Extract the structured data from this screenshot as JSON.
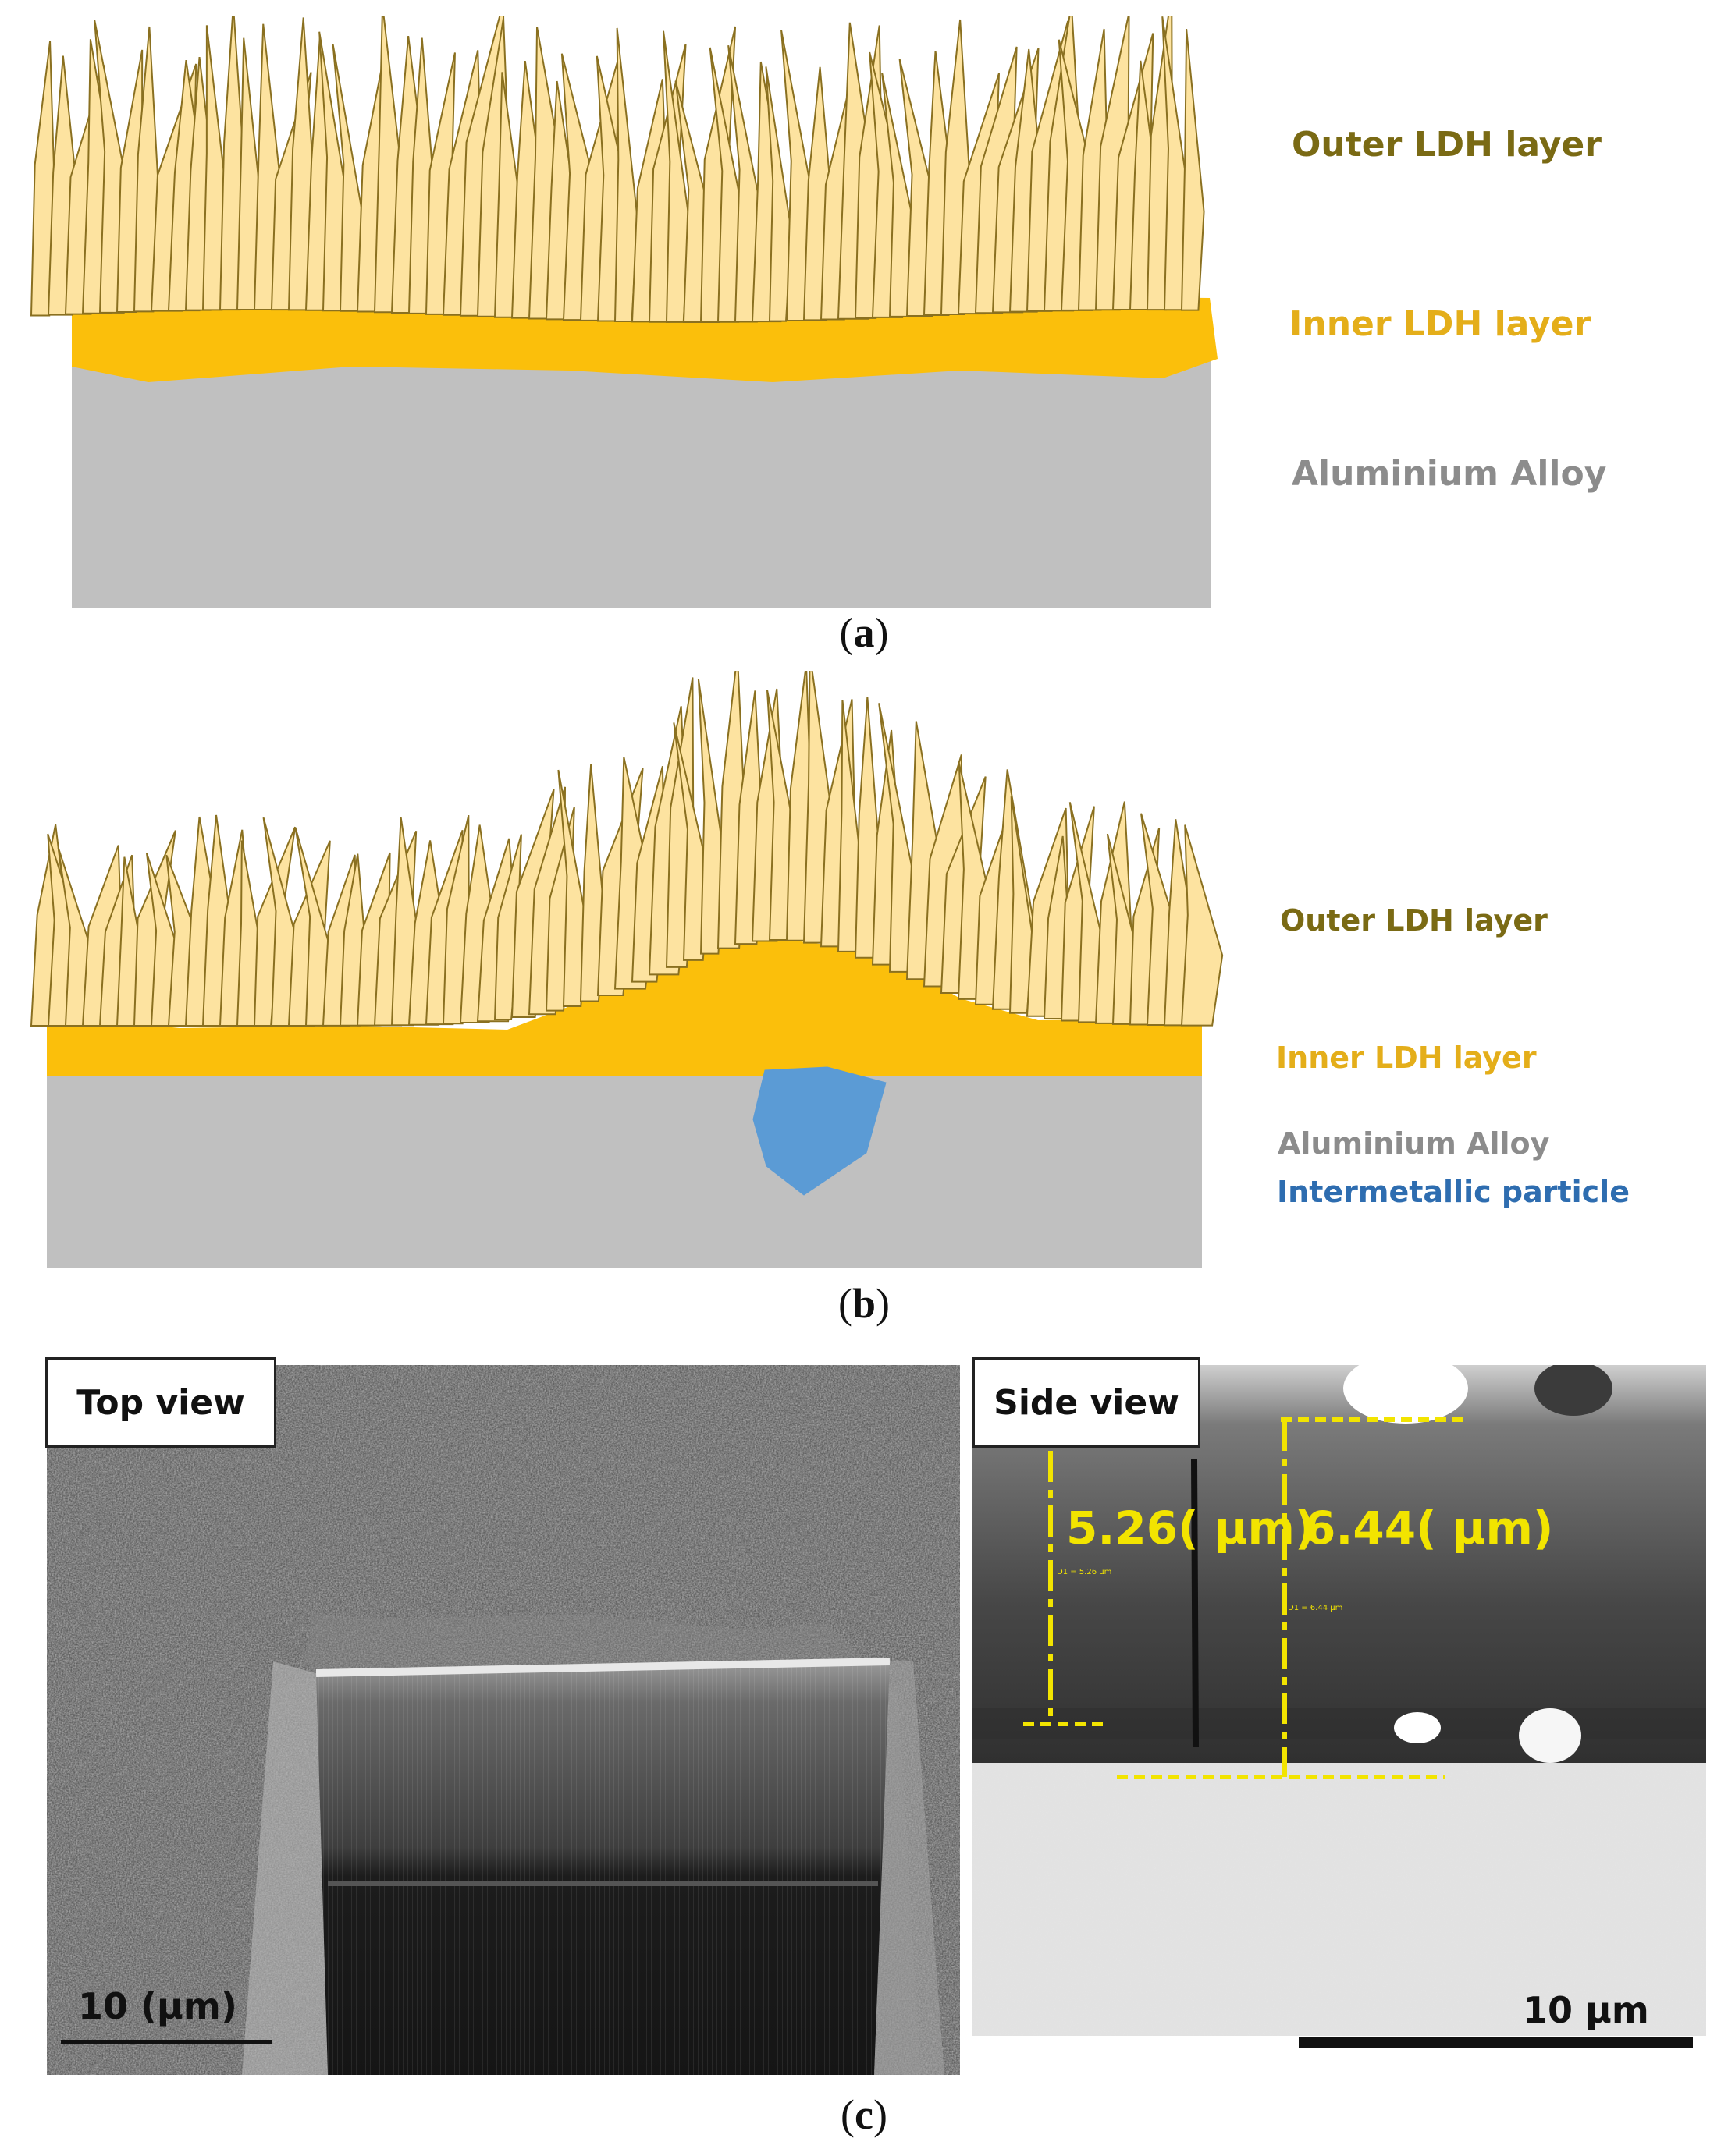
{
  "panel_a": {
    "caption_letter": "a",
    "labels": {
      "outer": "Outer LDH layer",
      "inner": "Inner LDH layer",
      "alloy": "Aluminium Alloy"
    }
  },
  "panel_b": {
    "caption_letter": "b",
    "labels": {
      "outer": "Outer LDH layer",
      "inner": "Inner LDH layer",
      "alloy": "Aluminium Alloy",
      "particle": "Intermetallic particle"
    }
  },
  "panel_c": {
    "caption_letter": "c",
    "top_view": {
      "tag": "Top view",
      "scale": "10 (μm)"
    },
    "side_view": {
      "tag": "Side view",
      "scale": "10 μm",
      "m1": "5.26( μm)",
      "m2": "6.44( μm)",
      "m1_small": "D1 = 5.26 μm",
      "m2_small": "D1 = 6.44 μm"
    }
  },
  "colors": {
    "crystal_fill": "#fde3a0",
    "crystal_stroke": "#8a7020",
    "inner_layer": "#fbbf0b",
    "alloy": "#c0c0c0",
    "particle": "#5b9bd5",
    "label_outer": "#7a6a14",
    "label_inner": "#e4ae1a",
    "label_alloy": "#8c8c8c",
    "label_particle": "#2e6db0",
    "measure": "#f2e400"
  }
}
